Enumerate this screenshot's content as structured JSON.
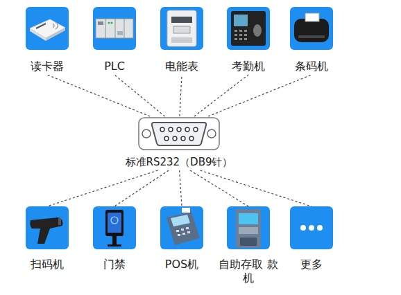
{
  "diagram": {
    "nodes": [
      {
        "text": [
          "读卡器"
        ]
      },
      {
        "text": [
          "PLC"
        ]
      },
      {
        "text": [
          "电能表"
        ]
      },
      {
        "text": [
          "考勤机"
        ]
      },
      {
        "text": [
          "条码机"
        ]
      },
      {
        "text": [
          "标准RS232（DB9针）"
        ]
      },
      {
        "text": [
          "扫码机"
        ]
      },
      {
        "text": [
          "门禁"
        ]
      },
      {
        "text": [
          "POS机"
        ]
      },
      {
        "text": [
          "自助存取 款机"
        ]
      },
      {
        "text": [
          "更多"
        ]
      }
    ],
    "edges": [
      {
        "from": 5,
        "to": 0,
        "arrow": "none"
      },
      {
        "from": 5,
        "to": 1,
        "arrow": "none"
      },
      {
        "from": 5,
        "to": 2,
        "arrow": "none"
      },
      {
        "from": 5,
        "to": 3,
        "arrow": "none"
      },
      {
        "from": 5,
        "to": 4,
        "arrow": "none"
      },
      {
        "from": 5,
        "to": 6,
        "arrow": "none"
      },
      {
        "from": 5,
        "to": 7,
        "arrow": "none"
      },
      {
        "from": 5,
        "to": 8,
        "arrow": "none"
      },
      {
        "from": 5,
        "to": 9,
        "arrow": "none"
      },
      {
        "from": 5,
        "to": 10,
        "arrow": "none"
      }
    ]
  }
}
